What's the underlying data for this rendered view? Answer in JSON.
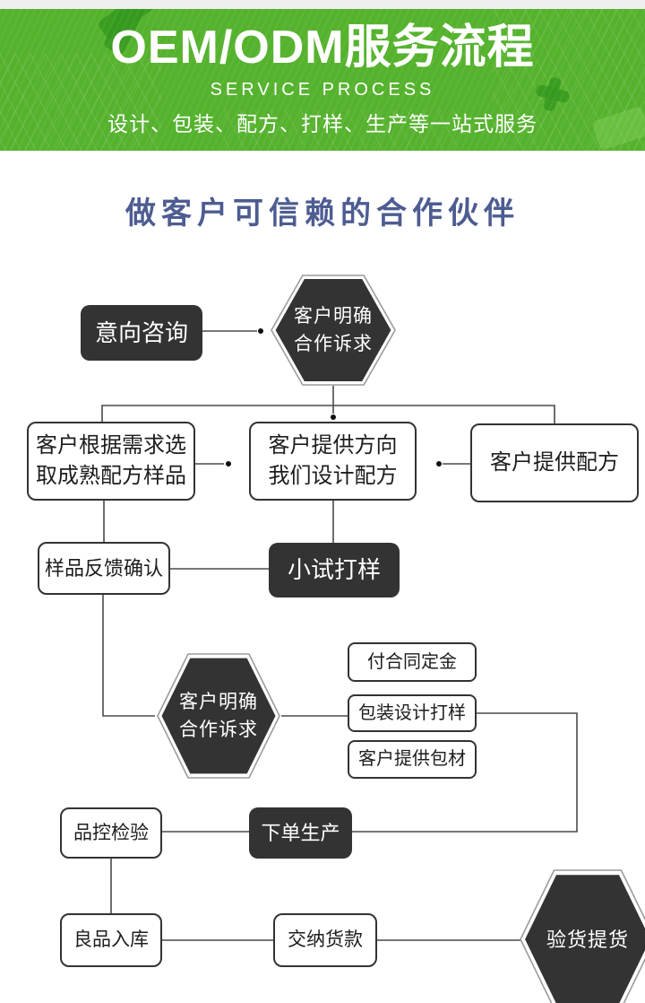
{
  "header": {
    "title": "OEM/ODM服务流程",
    "subtitle": "SERVICE PROCESS",
    "tagline": "设计、包装、配方、打样、生产等一站式服务"
  },
  "section_title": "做客户可信赖的合作伙伴",
  "flow": {
    "nodes": {
      "inquiry": "意向咨询",
      "hex_intent_top": "客户明确\n合作诉求",
      "pick_formula": "客户根据需求选\n取成熟配方样品",
      "provide_direction": "客户提供方向\n我们设计配方",
      "provide_formula": "客户提供配方",
      "sample_feedback": "样品反馈确认",
      "trial_sample": "小试打样",
      "hex_intent_mid": "客户明确\n合作诉求",
      "contract_deposit": "付合同定金",
      "package_design": "包装设计打样",
      "customer_package": "客户提供包材",
      "quality_inspection": "品控检验",
      "production_order": "下单生产",
      "goods_warehouse": "良品入库",
      "pay_goods": "交纳货款",
      "hex_pickup": "验货提货"
    }
  },
  "colors": {
    "banner_green": "#55b22d",
    "banner_deco_green": "#35991f",
    "section_title_blue": "#4d5c91",
    "node_dark_fill": "#333333",
    "node_border": "#333333",
    "connector_line": "#4a4a4a",
    "text_on_dark": "#ffffff"
  }
}
